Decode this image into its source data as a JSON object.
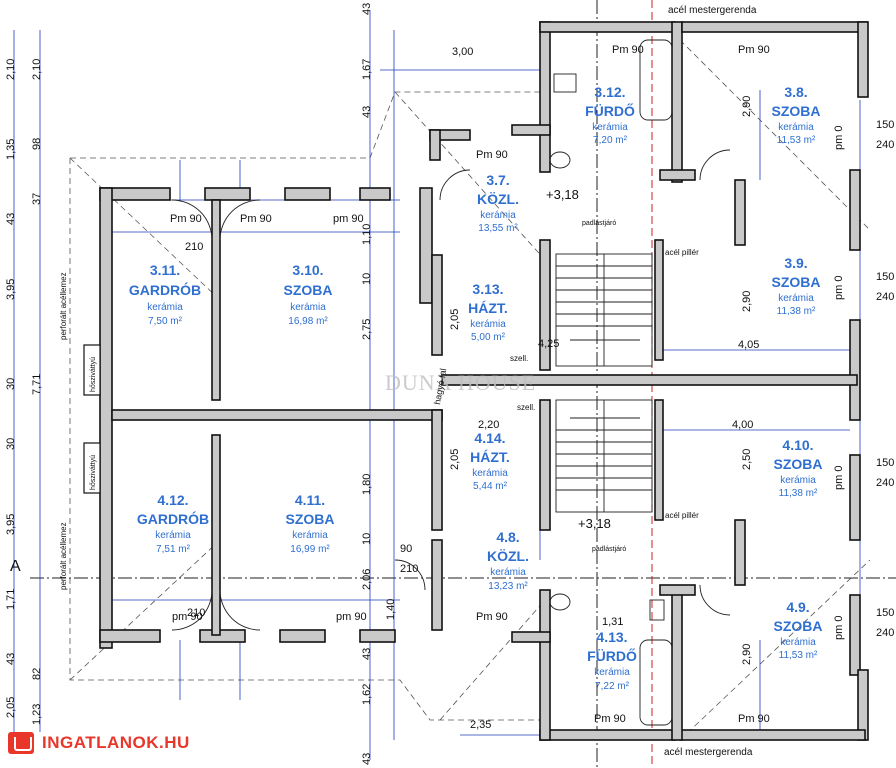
{
  "rooms": [
    {
      "id": "r311",
      "num": "3.11.",
      "name": "GARDRÓB",
      "finish": "kerámia",
      "area": "7,50 m²"
    },
    {
      "id": "r310",
      "num": "3.10.",
      "name": "SZOBA",
      "finish": "kerámia",
      "area": "16,98 m²"
    },
    {
      "id": "r37",
      "num": "3.7.",
      "name": "KÖZL.",
      "finish": "kerámia",
      "area": "13,55 m²"
    },
    {
      "id": "r312",
      "num": "3.12.",
      "name": "FÜRDŐ",
      "finish": "kerámia",
      "area": "7,20 m²"
    },
    {
      "id": "r38",
      "num": "3.8.",
      "name": "SZOBA",
      "finish": "kerámia",
      "area": "11,53 m²"
    },
    {
      "id": "r313",
      "num": "3.13.",
      "name": "HÁZT.",
      "finish": "kerámia",
      "area": "5,00 m²"
    },
    {
      "id": "r39",
      "num": "3.9.",
      "name": "SZOBA",
      "finish": "kerámia",
      "area": "11,38 m²"
    },
    {
      "id": "r412",
      "num": "4.12.",
      "name": "GARDRÓB",
      "finish": "kerámia",
      "area": "7,51 m²"
    },
    {
      "id": "r411",
      "num": "4.11.",
      "name": "SZOBA",
      "finish": "kerámia",
      "area": "16,99 m²"
    },
    {
      "id": "r414",
      "num": "4.14.",
      "name": "HÁZT.",
      "finish": "kerámia",
      "area": "5,44 m²"
    },
    {
      "id": "r410",
      "num": "4.10.",
      "name": "SZOBA",
      "finish": "kerámia",
      "area": "11,38 m²"
    },
    {
      "id": "r48",
      "num": "4.8.",
      "name": "KÖZL.",
      "finish": "kerámia",
      "area": "13,23 m²"
    },
    {
      "id": "r413",
      "num": "4.13.",
      "name": "FÜRDŐ",
      "finish": "kerámia",
      "area": "7,22 m²"
    },
    {
      "id": "r49",
      "num": "4.9.",
      "name": "SZOBA",
      "finish": "kerámia",
      "area": "11,53 m²"
    }
  ],
  "annotations": {
    "top_beam": "acél mestergerenda",
    "bottom_beam": "acél mestergerenda",
    "pillar_top": "acél pillér",
    "pillar_bottom": "acél pillér",
    "railing_top": "padlástjáró",
    "railing_bottom": "padlástjáró",
    "level_top": "+3,18",
    "level_bottom": "+3,18",
    "fence_left_top": "perforált acéllemez",
    "fence_left_bottom": "perforált acéllemez",
    "heater_top": "hősziváttyú",
    "heater_bottom": "hősziváttyú",
    "vent_top": "szell.",
    "vent_bottom": "szell.",
    "party_wall": "hagyó fal",
    "axis_label": "A"
  },
  "dims": {
    "left_col": [
      "2,10",
      "1,35",
      "43",
      "3,95",
      "30",
      "30",
      "3,95",
      "1,71",
      "43",
      "2,05"
    ],
    "left_col2": [
      "2,10",
      "98",
      "37",
      "7,71",
      "82",
      "1,23"
    ],
    "mid_col": [
      "43",
      "1,67",
      "43",
      "2,75",
      "10",
      "1,80",
      "10",
      "2,06",
      "1,40",
      "43",
      "1,62",
      "43"
    ],
    "right_col": [
      "150",
      "240",
      "150",
      "240",
      "150",
      "240",
      "150",
      "240"
    ],
    "top_3_00": "3,00",
    "w_405": "4,05",
    "w_400": "4,00",
    "w_220": "2,20",
    "w_235": "2,35",
    "w_131": "1,31",
    "w_425": "4,25",
    "pm_top": [
      "Pm 90",
      "Pm 90",
      "Pm 90",
      "pm 90",
      "Pm 90"
    ],
    "pm_bottom": [
      "Pm 90",
      "pm 90",
      "pm 90",
      "Pm 90",
      "Pm 90",
      "Pm 90"
    ],
    "door_210": "210",
    "door_90": "90",
    "v_290": "2,90",
    "v_250": "2,50",
    "v_205": "2,05",
    "v_110": "1,10",
    "pm0": "pm 0"
  },
  "watermark": "DUNA HOUSE",
  "logo": "INGATLANOK.HU"
}
